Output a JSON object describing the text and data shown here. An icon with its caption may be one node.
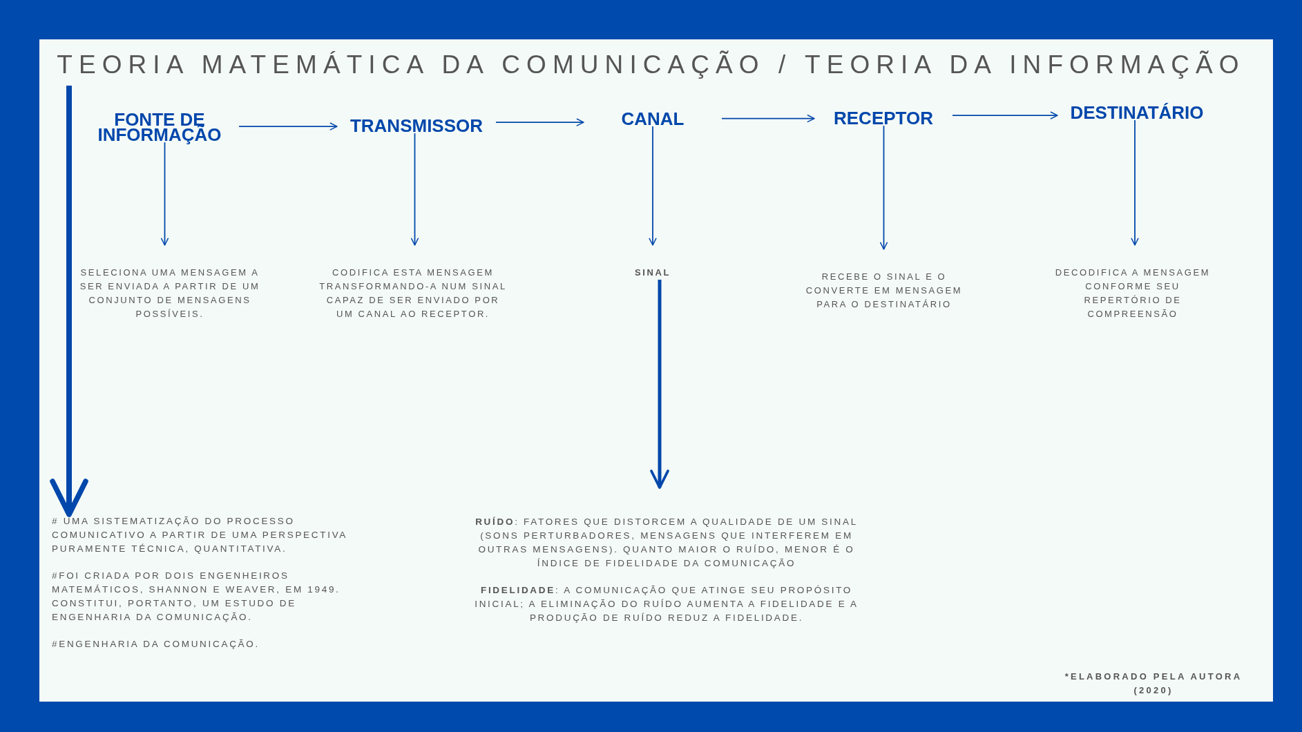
{
  "diagram": {
    "title": "TEORIA MATEMÁTICA DA COMUNICAÇÃO / TEORIA DA INFORMAÇÃO",
    "nodes": [
      {
        "text": [
          "FONTE DE INFORMAÇÃO"
        ]
      },
      {
        "text": [
          "TRANSMISSOR"
        ]
      },
      {
        "text": [
          "CANAL"
        ]
      },
      {
        "text": [
          "RECEPTOR"
        ]
      },
      {
        "text": [
          "DESTINATÁRIO"
        ]
      },
      {
        "text": [
          "SELECIONA UMA MENSAGEM A SER ENVIADA A PARTIR DE UM CONJUNTO DE MENSAGENS POSSÍVEIS."
        ]
      },
      {
        "text": [
          "CODIFICA ESTA MENSAGEM TRANSFORMANDO-A NUM SINAL CAPAZ DE SER ENVIADO POR UM CANAL AO RECEPTOR."
        ]
      },
      {
        "text": [
          "SINAL"
        ]
      },
      {
        "text": [
          "RECEBE O SINAL E O CONVERTE EM MENSAGEM PARA O DESTINATÁRIO"
        ]
      },
      {
        "text": [
          "DECODIFICA A MENSAGEM CONFORME SEU REPERTÓRIO DE COMPREENSÃO"
        ]
      },
      {
        "text": [
          "**RUÍDO**: FATORES QUE DISTORCEM A QUALIDADE DE UM SINAL (SONS PERTURBADORES, MENSAGENS QUE INTERFEREM EM OUTRAS MENSAGENS). QUANTO MAIOR O RUÍDO, MENOR É O ÍNDICE DE FIDELIDADE DA COMUNICAÇÃO",
          "**FIDELIDADE**: A COMUNICAÇÃO QUE ATINGE SEU PROPÓSITO INICIAL; A ELIMINAÇÃO DO RUÍDO AUMENTA A FIDELIDADE E A PRODUÇÃO DE RUÍDO REDUZ A FIDELIDADE."
        ]
      },
      {
        "text": [
          "# UMA SISTEMATIZAÇÃO DO PROCESSO COMUNICATIVO A PARTIR DE UMA PERSPECTIVA PURAMENTE TÉCNICA, QUANTITATIVA.",
          "#FOI CRIADA POR DOIS ENGENHEIROS MATEMÁTICOS, SHANNON E WEAVER, EM 1949. CONSTITUI, PORTANTO, UM ESTUDO DE ENGENHARIA DA COMUNICAÇÃO.",
          "#ENGENHARIA DA COMUNICAÇÃO."
        ]
      }
    ],
    "edges": [
      {
        "from": 0,
        "to": 1,
        "arrow": "to"
      },
      {
        "from": 1,
        "to": 2,
        "arrow": "to"
      },
      {
        "from": 2,
        "to": 3,
        "arrow": "to"
      },
      {
        "from": 3,
        "to": 4,
        "arrow": "to"
      },
      {
        "from": 0,
        "to": 5,
        "arrow": "to"
      },
      {
        "from": 1,
        "to": 6,
        "arrow": "to"
      },
      {
        "from": 2,
        "to": 7,
        "arrow": "to"
      },
      {
        "from": 3,
        "to": 8,
        "arrow": "to"
      },
      {
        "from": 4,
        "to": 9,
        "arrow": "to"
      },
      {
        "from": 7,
        "to": 10,
        "arrow": "to",
        "style": "thick"
      },
      {
        "from": null,
        "to": 11,
        "arrow": "to",
        "style": "thick"
      }
    ],
    "labels": [
      "*ELABORADO PELA AUTORA (2020)"
    ]
  }
}
